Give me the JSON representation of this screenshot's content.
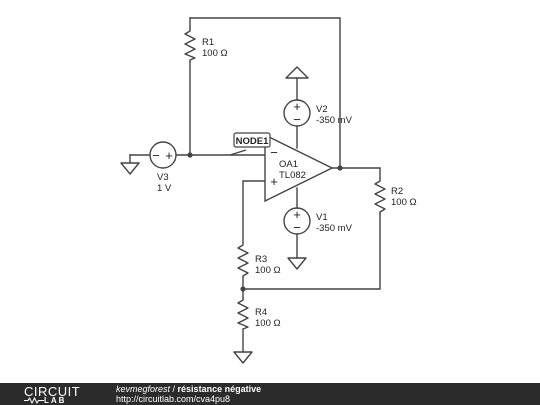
{
  "circuit": {
    "r1": {
      "name": "R1",
      "value": "100 Ω"
    },
    "r2": {
      "name": "R2",
      "value": "100 Ω"
    },
    "r3": {
      "name": "R3",
      "value": "100 Ω"
    },
    "r4": {
      "name": "R4",
      "value": "100 Ω"
    },
    "v1": {
      "name": "V1",
      "value": "-350 mV"
    },
    "v2": {
      "name": "V2",
      "value": "-350 mV"
    },
    "v3": {
      "name": "V3",
      "value": "1 V"
    },
    "opamp": {
      "name": "OA1",
      "model": "TL082"
    },
    "node_label": "NODE1",
    "minus_sign": "−",
    "plus_sign": "+"
  },
  "footer": {
    "logo_top": "CIRCUIT",
    "logo_bottom": "LAB",
    "author": "kevmegforest",
    "separator": " / ",
    "title": "résistance négative",
    "url": "http://circuitlab.com/cva4pu8"
  }
}
